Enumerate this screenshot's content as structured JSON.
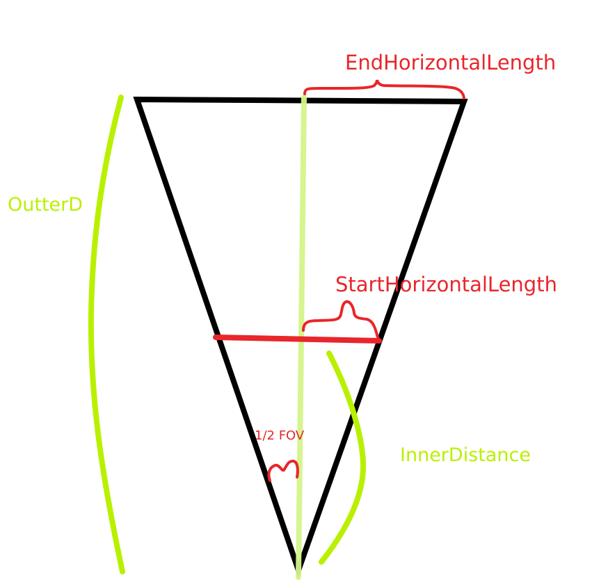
{
  "labels": {
    "end_horizontal_length": "EndHorizontalLength",
    "start_horizontal_length": "StartHorizontalLength",
    "outer_distance": "OutterD",
    "inner_distance": "InnerDistance",
    "half_fov": "1/2 FOV"
  },
  "colors": {
    "background": "#ffffff",
    "triangle_outline": "#000000",
    "annotation_red": "#e8262b",
    "distance_green": "#b9f000",
    "center_axis": "#d4f58a"
  }
}
